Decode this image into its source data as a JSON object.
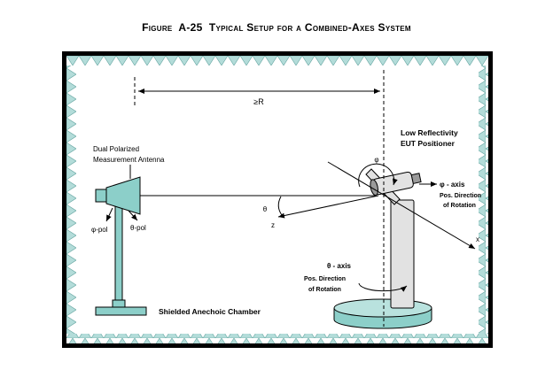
{
  "figure": {
    "title": "Figure  A-25  Typical Setup for a Combined-Axes System"
  },
  "diagram": {
    "distance_label": "≥R",
    "antenna": {
      "label_line1": "Dual Polarized",
      "label_line2": "Measurement Antenna",
      "theta_pol": "θ-pol",
      "phi_pol": "φ-pol"
    },
    "positioner": {
      "label_line1": "Low Reflectivity",
      "label_line2": "EUT Positioner"
    },
    "phi_axis": {
      "symbol": "φ",
      "label": "φ - axis",
      "sub1": "Pos. Direction",
      "sub2": "of Rotation"
    },
    "theta_axis": {
      "symbol": "θ",
      "label": "θ - axis",
      "sub1": "Pos. Direction",
      "sub2": "of Rotation"
    },
    "axes": {
      "z": "z",
      "x": "x"
    },
    "chamber_label": "Shielded Anechoic Chamber"
  },
  "colors": {
    "absorber": "#b3dcd9",
    "absorber_edge": "#61a39f",
    "teal": "#8ccfc9",
    "teal_light": "#b9e2de",
    "metal": "#e2e2e2",
    "metal_dark": "#9a9a9a",
    "ink": "#000000"
  }
}
